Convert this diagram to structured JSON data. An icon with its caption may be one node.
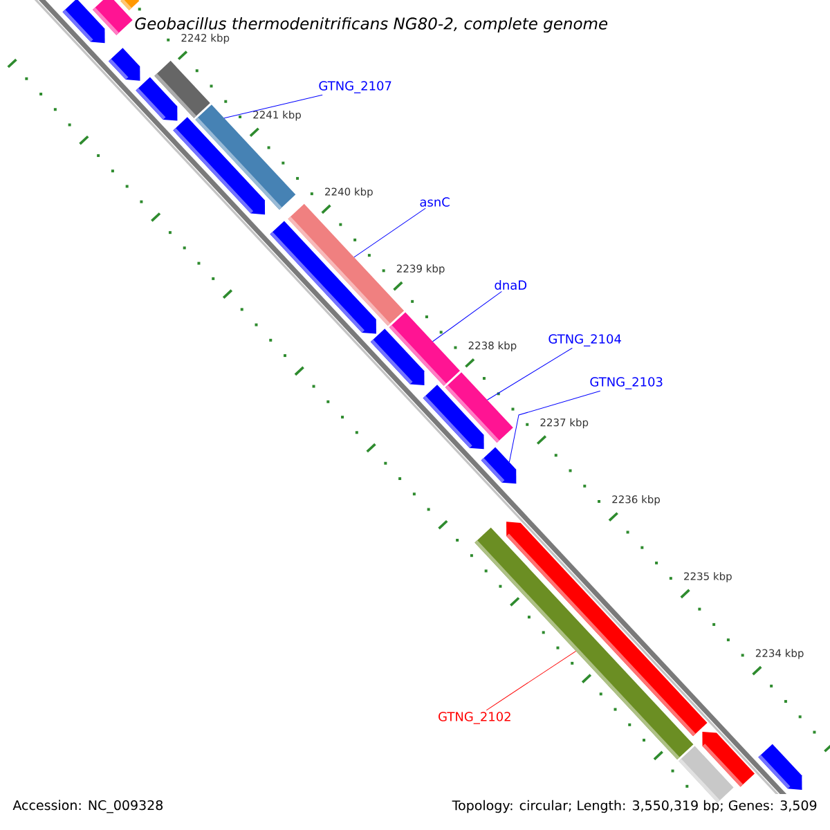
{
  "diagram": {
    "title": "Geobacillus thermodenitrificans NG80-2, complete genome",
    "nodes": [
      {
        "text": [],
        "shape": "bar"
      },
      {
        "text": [],
        "shape": "bar"
      },
      {
        "text": [],
        "shape": "arrow"
      },
      {
        "text": [],
        "shape": "arrow"
      },
      {
        "text": [],
        "shape": "bar"
      },
      {
        "text": [],
        "shape": "arrow"
      },
      {
        "text": [
          "GTNG_2107"
        ]
      },
      {
        "text": [],
        "shape": "bar"
      },
      {
        "text": [],
        "shape": "arrow"
      },
      {
        "text": [
          "asnC"
        ]
      },
      {
        "text": [],
        "shape": "bar"
      },
      {
        "text": [],
        "shape": "arrow"
      },
      {
        "text": [
          "dnaD"
        ]
      },
      {
        "text": [],
        "shape": "bar"
      },
      {
        "text": [],
        "shape": "arrow"
      },
      {
        "text": [
          "GTNG_2104"
        ]
      },
      {
        "text": [],
        "shape": "bar"
      },
      {
        "text": [],
        "shape": "arrow"
      },
      {
        "text": [
          "GTNG_2103"
        ]
      },
      {
        "text": [],
        "shape": "arrow"
      },
      {
        "text": [],
        "shape": "arrow"
      },
      {
        "text": [
          "GTNG_2102"
        ]
      },
      {
        "text": [],
        "shape": "bar"
      },
      {
        "text": [],
        "shape": "arrow"
      },
      {
        "text": [],
        "shape": "bar"
      },
      {
        "text": [],
        "shape": "arrow"
      }
    ],
    "edges": [
      {
        "from": 6,
        "to": 7,
        "arrow": "none"
      },
      {
        "from": 9,
        "to": 10,
        "arrow": "none"
      },
      {
        "from": 12,
        "to": 13,
        "arrow": "none"
      },
      {
        "from": 15,
        "to": 16,
        "arrow": "none"
      },
      {
        "from": 18,
        "to": 19,
        "arrow": "none"
      },
      {
        "from": 21,
        "to": 22,
        "arrow": "none",
        "color": "#ff0000"
      }
    ],
    "labels": [
      "2242 kbp",
      "2241 kbp",
      "2240 kbp",
      "2239 kbp",
      "2238 kbp",
      "2237 kbp",
      "2236 kbp",
      "2235 kbp",
      "2234 kbp",
      "Accession: NC_009328",
      "Topology: circular; Length: 3,550,319 bp; Genes: 3,509"
    ]
  }
}
